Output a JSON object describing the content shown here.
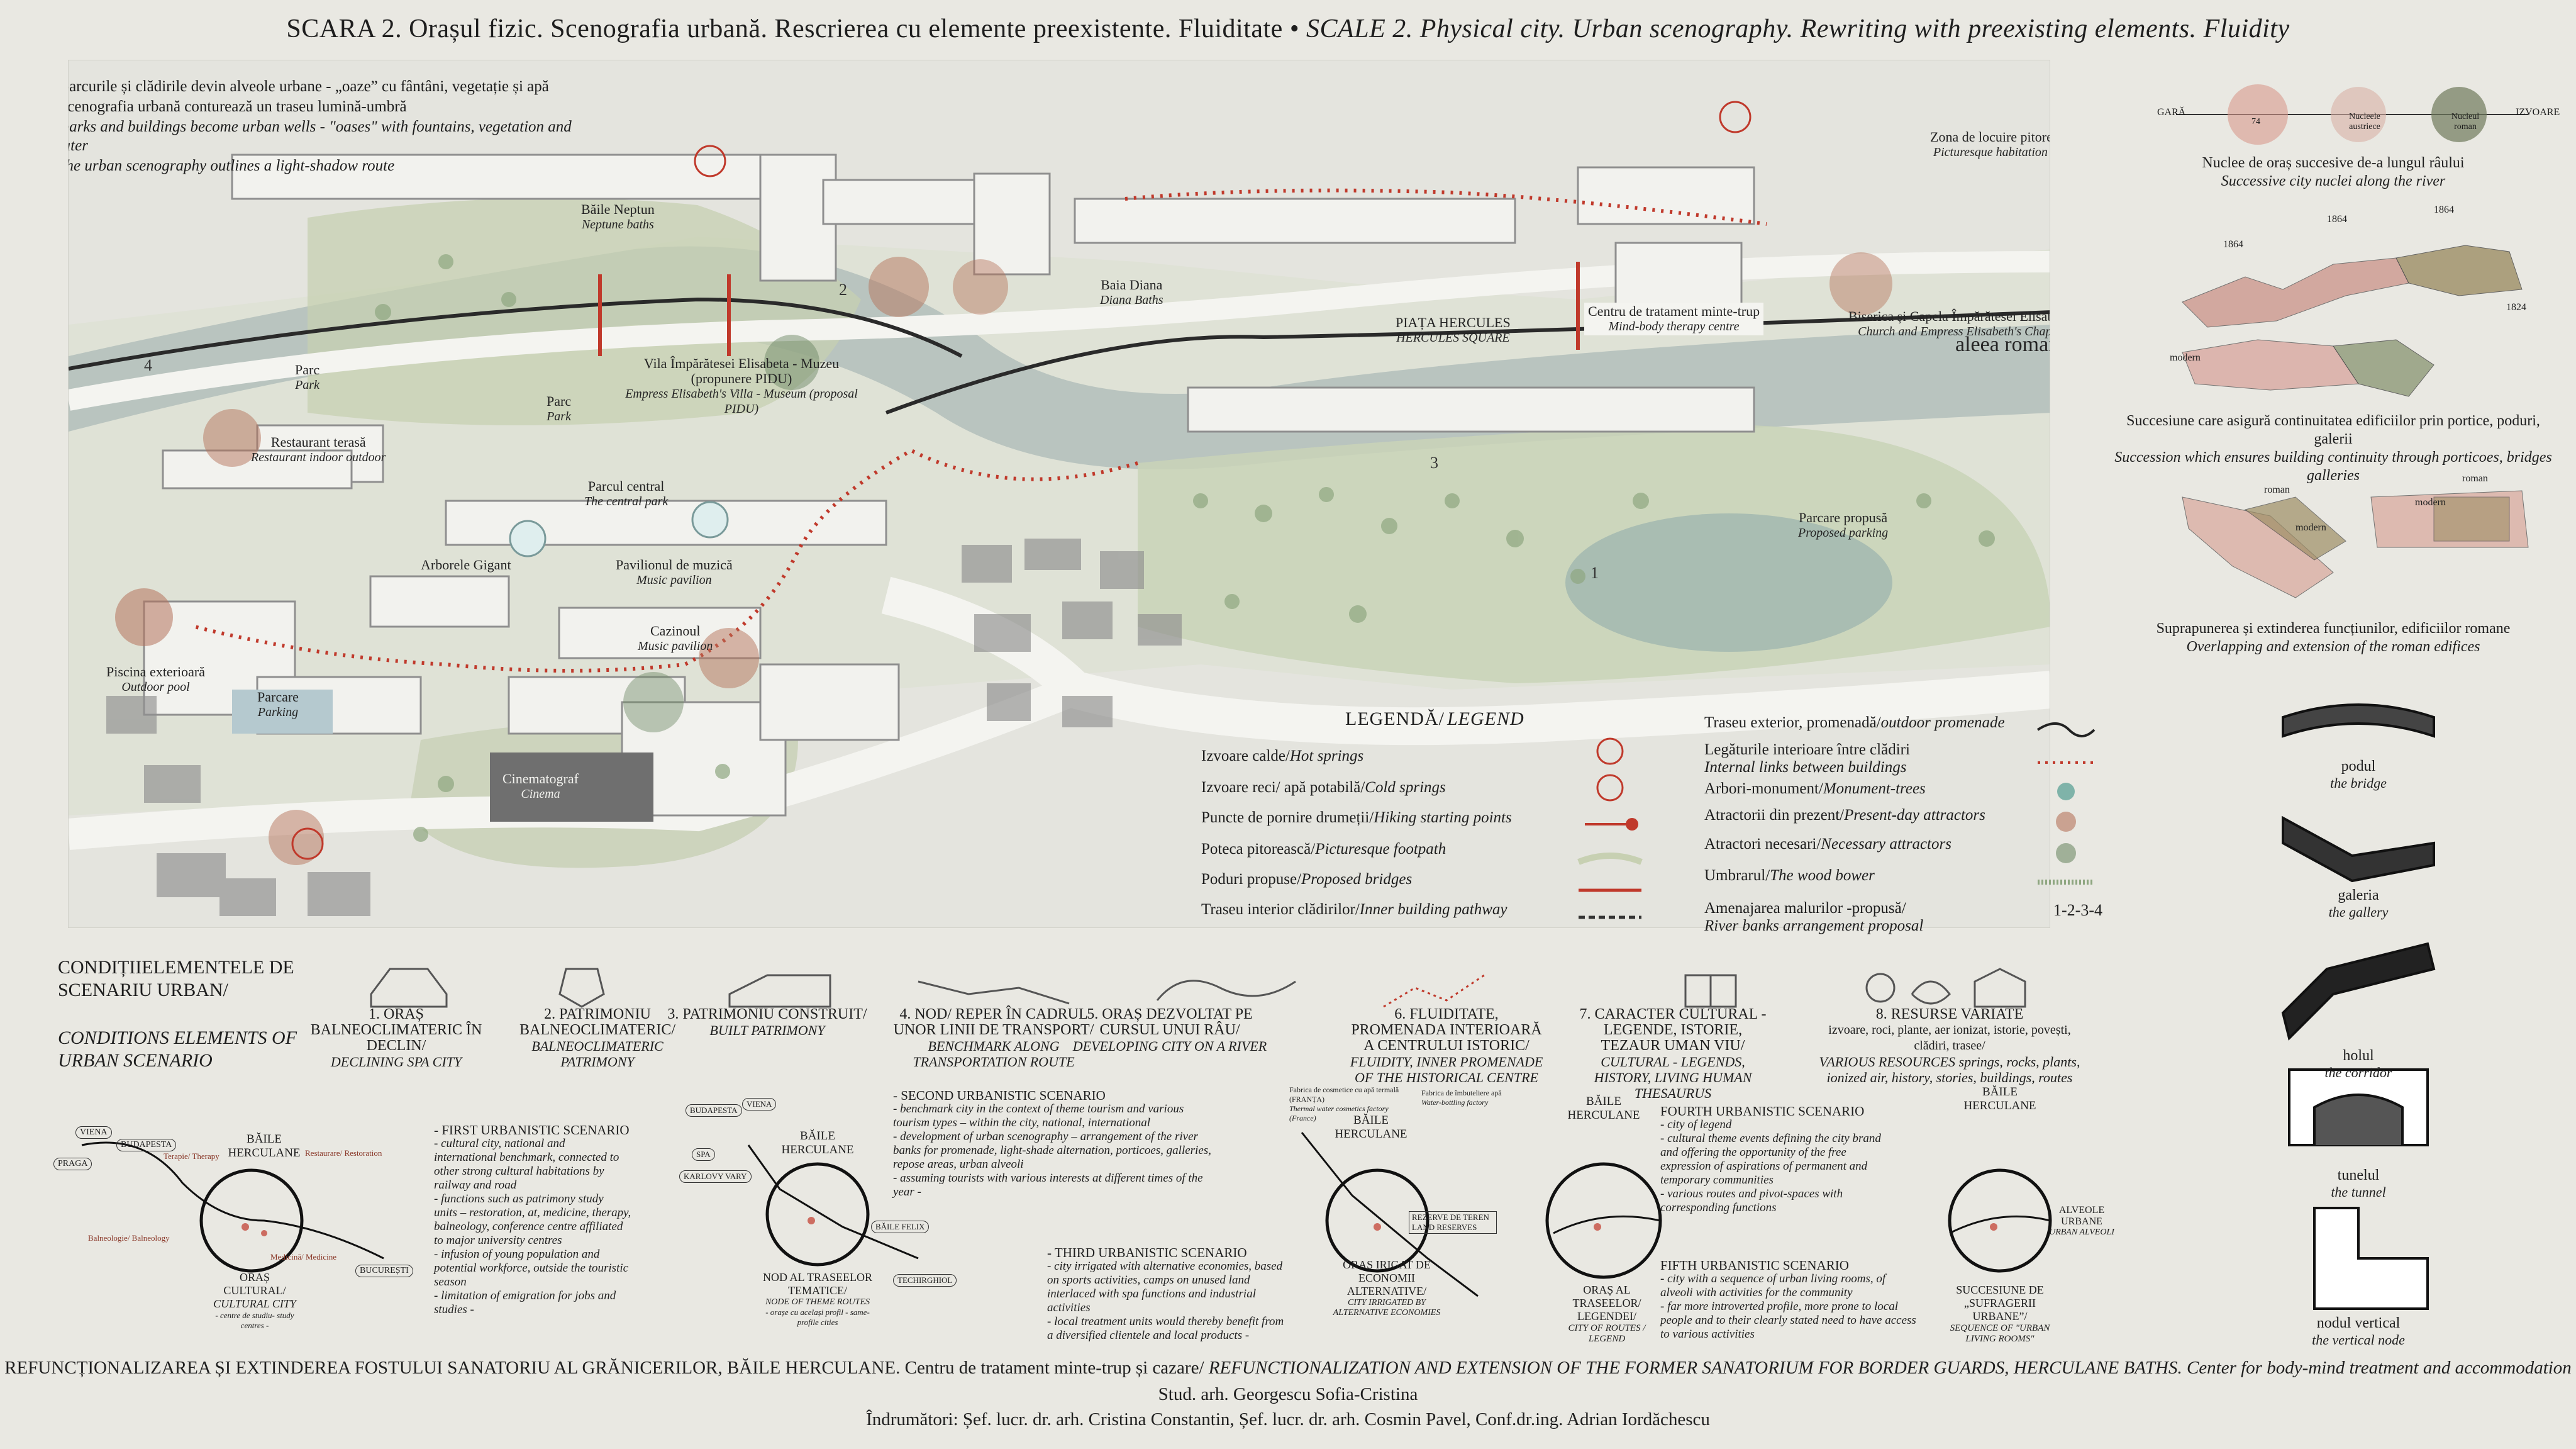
{
  "title": {
    "ro": "SCARA 2. Orașul fizic. Scenografia urbană. Rescrierea cu elemente preexistente. Fluiditate",
    "sep": "•",
    "en": "SCALE 2. Physical city. Urban scenography. Rewriting with preexisting elements. Fluidity"
  },
  "intro": {
    "ro1": "- parcurile și clădirile devin alveole urbane - „oaze” cu fântâni, vegetație și apă",
    "ro2": "- scenografia urbană conturează un traseu lumină-umbră",
    "en1": "- parks and buildings become urban wells - \"oases\" with fountains, vegetation and water",
    "en2": "- the urban scenography outlines a light-shadow route"
  },
  "map_labels": {
    "baile_neptun": {
      "ro": "Băile Neptun",
      "en": "Neptune baths"
    },
    "baia_diana": {
      "ro": "Baia Diana",
      "en": "Diana Baths"
    },
    "zona_locuire": {
      "ro": "Zona de locuire pitorească",
      "en": "Picturesque habitation area"
    },
    "biserica": {
      "ro": "Biserica și Capela Împărătesei Elisabeta",
      "en": "Church and Empress Elisabeth's Chapel"
    },
    "aleea_romana": "aleea romană",
    "piata_hercules": {
      "ro": "PIAȚA HERCULES",
      "en": "HERCULES SQUARE"
    },
    "centru_tratament": {
      "ro": "Centru de tratament minte-trup",
      "en": "Mind-body therapy centre"
    },
    "parc1": {
      "ro": "Parc",
      "en": "Park"
    },
    "parc2": {
      "ro": "Parc",
      "en": "Park"
    },
    "vila": {
      "ro": "Vila Împărătesei Elisabeta - Muzeu (propunere PIDU)",
      "en": "Empress Elisabeth's Villa - Museum (proposal PIDU)"
    },
    "restaurant": {
      "ro": "Restaurant terasă",
      "en": "Restaurant indoor outdoor"
    },
    "parcul_central": {
      "ro": "Parcul central",
      "en": "The central park"
    },
    "arborele_gigant": "Arborele Gigant",
    "pavilion": {
      "ro": "Pavilionul de muzică",
      "en": "Music pavilion"
    },
    "cazinou": {
      "ro": "Cazinoul",
      "en": "Music pavilion"
    },
    "piscina": {
      "ro": "Piscina exterioară",
      "en": "Outdoor pool"
    },
    "parcare": {
      "ro": "Parcare",
      "en": "Parking"
    },
    "cinematograf": {
      "ro": "Cinematograf",
      "en": "Cinema"
    },
    "parcare_propusa": {
      "ro": "Parcare propusă",
      "en": "Proposed parking"
    },
    "n1": "1",
    "n2": "2",
    "n3": "3",
    "n4": "4"
  },
  "legend": {
    "title": "LEGENDĂ/",
    "title_en": "LEGEND",
    "left": [
      {
        "ro": "Izvoare calde/",
        "en": "Hot springs"
      },
      {
        "ro": "Izvoare reci/ apă potabilă/",
        "en": "Cold springs"
      },
      {
        "ro": "Puncte de pornire drumeții/",
        "en": "Hiking starting points"
      },
      {
        "ro": "Poteca pitorească/",
        "en": "Picturesque footpath"
      },
      {
        "ro": "Poduri propuse/",
        "en": "Proposed bridges"
      },
      {
        "ro": "Traseu interior clădirilor/",
        "en": "Inner building pathway"
      }
    ],
    "right": [
      {
        "ro": "Traseu exterior, promenadă/",
        "en": "outdoor promenade"
      },
      {
        "ro": "Legăturile interioare între clădiri",
        "en": "Internal links between buildings"
      },
      {
        "ro": "Arbori-monument/",
        "en": "Monument-trees"
      },
      {
        "ro": "Atractorii din prezent/",
        "en": "Present-day attractors"
      },
      {
        "ro": "Atractori necesari/",
        "en": "Necessary attractors"
      },
      {
        "ro": "Umbrarul/",
        "en": "The wood bower"
      },
      {
        "ro": "Amenajarea malurilor -propusă/",
        "en": "River banks arrangement proposal"
      }
    ],
    "numbers": "1-2-3-4"
  },
  "right_panel": {
    "axis_left": "GARĂ",
    "axis_right": "IZVOARE",
    "nuclei": [
      "74",
      "Nucleele austriece",
      "Nucleul roman"
    ],
    "nuclei_ro": "Nuclee de oraș succesive de-a lungul râului",
    "nuclei_en": "Successive city nuclei along the river",
    "years": [
      "1864",
      "1864",
      "1864",
      "1824"
    ],
    "modern1": "modern",
    "succ_ro": "Succesiune care asigură continuitatea edificiilor prin portice, poduri, galerii",
    "succ_en": "Succession which ensures building continuity through porticoes, bridges galleries",
    "roman1": "roman",
    "roman2": "roman",
    "modern2": "modern",
    "modern3": "modern",
    "supra_ro": "Suprapunerea și extinderea funcțiunilor, edificiilor romane",
    "supra_en": "Overlapping and extension of the roman edifices",
    "sketches": [
      {
        "ro": "podul",
        "en": "the bridge"
      },
      {
        "ro": "galeria",
        "en": "the gallery"
      },
      {
        "ro": "holul",
        "en": "the corridor"
      },
      {
        "ro": "tunelul",
        "en": "the tunnel"
      },
      {
        "ro": "nodul vertical",
        "en": "the vertical node"
      }
    ]
  },
  "conditions": {
    "head_ro": "CONDIȚIIELEMENTELE DE SCENARIU URBAN/",
    "head_en": "CONDITIONS ELEMENTS OF URBAN SCENARIO",
    "items": [
      {
        "ro": "1. ORAȘ BALNEOCLIMATERIC ÎN DECLIN/",
        "en": "DECLINING SPA CITY"
      },
      {
        "ro": "2. PATRIMONIU BALNEOCLIMATERIC/",
        "en": "BALNEOCLIMATERIC PATRIMONY"
      },
      {
        "ro": "3. PATRIMONIU CONSTRUIT/",
        "en": "BUILT PATRIMONY"
      },
      {
        "ro": "4. NOD/ REPER ÎN CADRUL UNOR LINII DE TRANSPORT/",
        "en": "BENCHMARK ALONG TRANSPORTATION ROUTE"
      },
      {
        "ro": "5. ORAȘ DEZVOLTAT PE CURSUL UNUI RÂU/",
        "en": "DEVELOPING CITY ON A RIVER"
      },
      {
        "ro": "6. FLUIDITATE, PROMENADA INTERIOARĂ A CENTRULUI ISTORIC/",
        "en": "FLUIDITY, INNER PROMENADE OF THE HISTORICAL CENTRE"
      },
      {
        "ro": "7. CARACTER CULTURAL - LEGENDE, ISTORIE, TEZAUR UMAN VIU/",
        "en": "CULTURAL - LEGENDS, HISTORY, LIVING HUMAN THESAURUS"
      },
      {
        "ro": "8. RESURSE VARIATE",
        "ro2": "izvoare, roci, plante, aer ionizat, istorie, povești, clădiri, trasee/",
        "en": "VARIOUS RESOURCES  springs, rocks, plants, ionized air, history, stories, buildings, routes"
      }
    ]
  },
  "scenarios": {
    "s1": {
      "title": "- FIRST URBANISTIC SCENARIO",
      "lines": [
        "- cultural city, national and",
        "international benchmark, connected to",
        "other strong cultural habitations by",
        "railway and road",
        "- functions such as patrimony study",
        "units – restoration, at, medicine, therapy,",
        "balneology, conference centre affiliated",
        "to major university centres",
        "- infusion of young population and",
        "potential workforce, outside the touristic",
        "season",
        "- limitation of emigration for jobs and",
        "studies -"
      ]
    },
    "s2": {
      "title": "- SECOND URBANISTIC SCENARIO",
      "lines": [
        "- benchmark city in the context of theme tourism and various",
        "tourism types – within the city, national, international",
        "- development of urban scenography – arrangement of the river",
        "banks for promenade, light-shade alternation, porticoes, galleries,",
        "repose areas, urban alveoli",
        "- assuming tourists with various interests at different times of the",
        "year -"
      ]
    },
    "s3": {
      "title": "- THIRD URBANISTIC SCENARIO",
      "lines": [
        "- city irrigated with alternative economies, based",
        "on sports activities, camps on unused land",
        "interlaced with spa functions and industrial",
        "activities",
        "- local treatment units would thereby benefit from",
        "a diversified clientele and local products -"
      ]
    },
    "s4": {
      "title": "FOURTH URBANISTIC SCENARIO",
      "lines": [
        "- city of legend",
        "- cultural theme events defining the city brand",
        "and offering the opportunity of the free",
        "expression of aspirations of permanent and",
        "temporary communities",
        "- various routes and pivot-spaces with",
        "corresponding functions"
      ]
    },
    "s5": {
      "title": "FIFTH URBANISTIC SCENARIO",
      "lines": [
        "- city with a sequence of urban living rooms, of",
        "alveoli with activities for the community",
        "- far more introverted profile, more prone to local",
        "people and to their clearly stated need to have access",
        "to various activities"
      ]
    },
    "d1": {
      "center": "BĂILE HERCULANE",
      "caption_ro": "ORAȘ CULTURAL/",
      "caption_en": "CULTURAL CITY",
      "caption_sub": "- centre de studiu- study centres -",
      "cities": [
        "VIENA",
        "BUDAPESTA",
        "PRAGA",
        "BUCUREȘTI"
      ],
      "tags": [
        "Terapie/ Therapy",
        "Restaurare/ Restoration",
        "Balneologie/ Balneology",
        "Medicină/ Medicine"
      ]
    },
    "d2": {
      "center": "BĂILE HERCULANE",
      "caption_ro": "NOD AL TRASEELOR TEMATICE/",
      "caption_en": "NODE OF THEME ROUTES",
      "caption_sub": "- orașe cu același profil - same-profile cities",
      "cities": [
        "BUDAPESTA",
        "VIENA",
        "SPA",
        "KARLOVY VARY",
        "BĂILE FELIX",
        "TECHIRGHIOL"
      ]
    },
    "d3": {
      "center": "BĂILE HERCULANE",
      "caption_ro": "ORAȘ IRIGAT DE ECONOMII ALTERNATIVE/",
      "caption_en": "CITY IRRIGATED BY ALTERNATIVE ECONOMIES",
      "top1": "Fabrica de cosmetice cu apă termală (FRANȚA)",
      "top1_en": "Thermal water cosmetics factory (France)",
      "top2": "Fabrica de îmbuteliere apă",
      "top2_en": "Water-bottling factory",
      "tag": "REZERVE DE TEREN LAND RESERVES"
    },
    "d4": {
      "center": "BĂILE HERCULANE",
      "caption_ro": "ORAȘ AL TRASEELOR/ LEGENDEI/",
      "caption_en": "CITY OF ROUTES / LEGEND"
    },
    "d5": {
      "center": "BĂILE HERCULANE",
      "caption_ro": "SUCCESIUNE DE „SUFRAGERII URBANE”/",
      "caption_en": "SEQUENCE OF \"URBAN LIVING ROOMS\"",
      "tag_ro": "ALVEOLE URBANE",
      "tag_en": "URBAN ALVEOLI"
    }
  },
  "footer": {
    "line1_ro": "REFUNCȚIONALIZAREA ȘI EXTINDEREA FOSTULUI SANATORIU AL GRĂNICERILOR, BĂILE HERCULANE. Centru de tratament minte-trup și cazare/",
    "line1_en": "REFUNCTIONALIZATION AND EXTENSION OF THE FORMER SANATORIUM FOR BORDER GUARDS, HERCULANE BATHS. Center for body-mind treatment and accommodation",
    "line2": "Stud. arh. Georgescu Sofia-Cristina",
    "line3": "Îndrumători:  Șef. lucr. dr. arh. Cristina Constantin, Șef. lucr. dr. arh. Cosmin Pavel, Conf.dr.ing. Adrian Iordăchescu"
  },
  "colors": {
    "background": "#e9e8e2",
    "river": "#b9c4bf",
    "buildings": "#8f8f8f",
    "green": "#c7d0b2",
    "red_path": "#c0392b",
    "attractor_red": "#b5735c",
    "attractor_green": "#6f8a67",
    "road": "#f4f4f0"
  }
}
